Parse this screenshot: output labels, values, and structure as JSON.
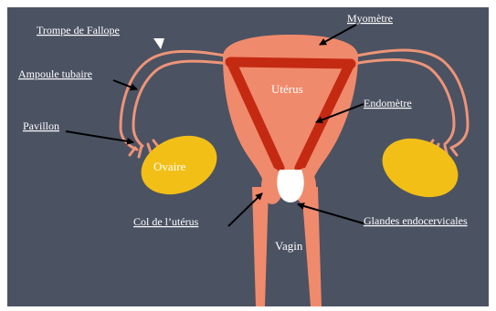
{
  "diagram": {
    "labels": {
      "trompe": "Trompe de Fallope",
      "ampoule": "Ampoule tubaire",
      "pavillon": "Pavillon",
      "ovaire": "Ovaire",
      "col": "Col de l’utérus",
      "myometre": "Myomètre",
      "uterus": "Utérus",
      "endometre": "Endomètre",
      "glandes": "Glandes endocervicales",
      "vagin": "Vagin"
    },
    "colors": {
      "background": "#4b5262",
      "uterus": "#f08a6c",
      "endometrium": "#c42a12",
      "ovary": "#f2bf17",
      "tube": "#ee9478",
      "cervix_glands": "#ffffff",
      "arrow": "#000000",
      "label": "#ffffff"
    }
  }
}
